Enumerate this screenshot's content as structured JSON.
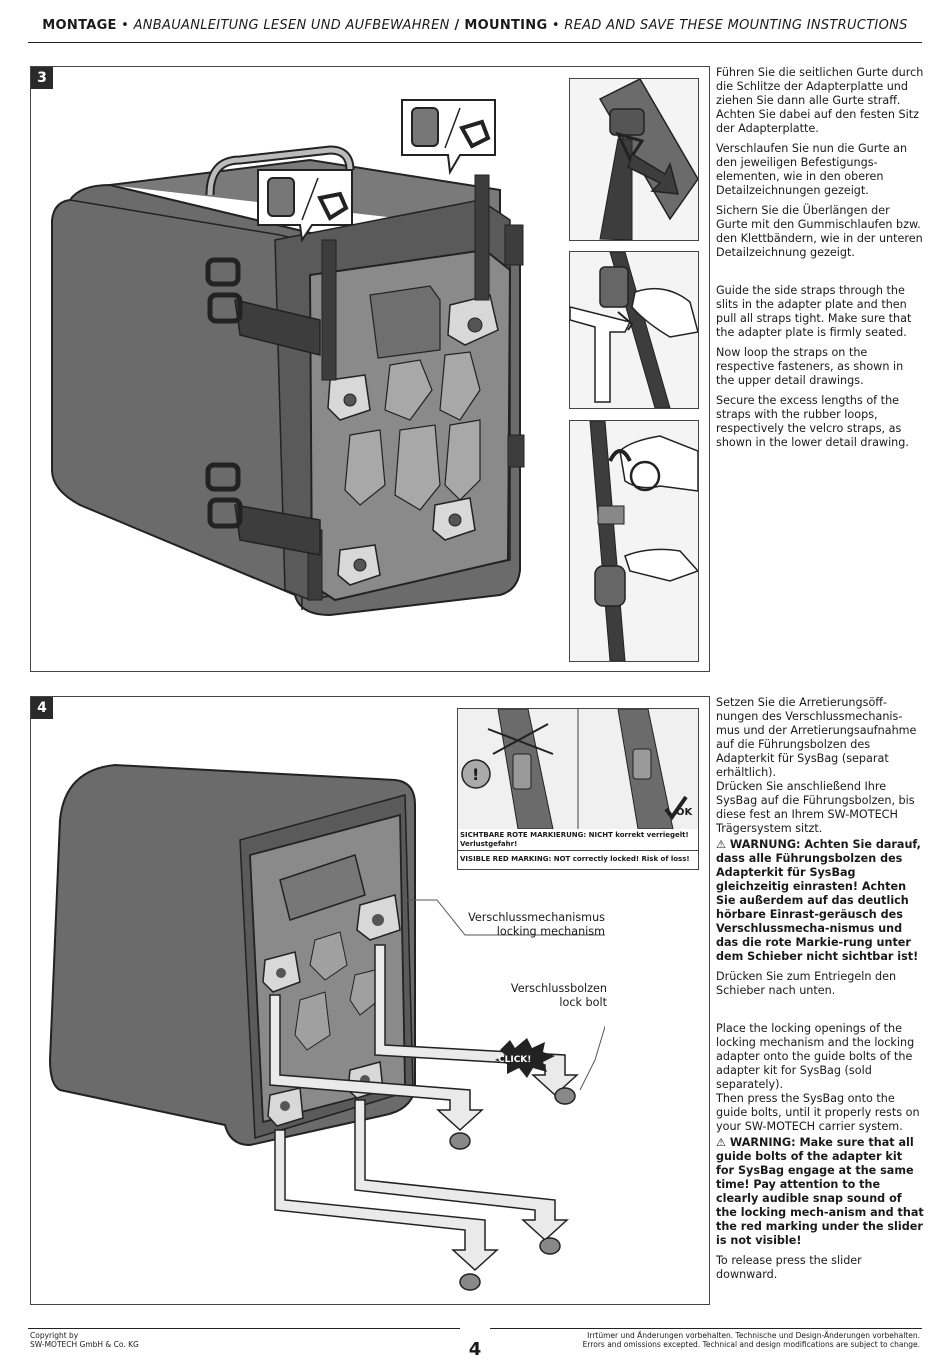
{
  "header": {
    "montage": "MONTAGE",
    "sep1": " • ",
    "de_sub": "ANBAUANLEITUNG LESEN UND AUFBEWAHREN",
    "slash": " / ",
    "mounting": "MOUNTING",
    "sep2": " • ",
    "en_sub": "READ AND SAVE THESE MOUNTING INSTRUCTIONS"
  },
  "step3": {
    "number": "3",
    "de": [
      "Führen Sie die seitlichen Gurte durch die Schlitze der Adapterplatte und ziehen Sie dann alle Gurte straff. Achten Sie dabei auf den festen Sitz der Adapterplatte.",
      "Verschlaufen Sie nun die Gurte an den jeweiligen Befestigungs-elementen, wie in den oberen Detailzeichnungen gezeigt.",
      "Sichern Sie die Überlängen der Gurte mit den Gummischlaufen bzw. den Klettbändern, wie in der unteren Detailzeichnung gezeigt."
    ],
    "en": [
      "Guide the side straps through the slits in the adapter plate and then pull all straps tight. Make sure that the adapter plate is firmly seated.",
      "Now loop the straps on the respective fasteners, as shown in the upper detail drawings.",
      "Secure the excess lengths of the straps with the rubber loops, respectively the velcro straps, as shown in the lower detail drawing."
    ]
  },
  "step4": {
    "number": "4",
    "callout_mechanism_de": "Verschlussmechanismus",
    "callout_mechanism_en": "locking mechanism",
    "callout_bolt_de": "Verschlussbolzen",
    "callout_bolt_en": "lock bolt",
    "click_label": "CLICK!",
    "ok_label": "OK",
    "exclamation": "!",
    "warning_de_line": "SICHTBARE ROTE MARKIERUNG: NICHT korrekt verriegelt! Verlustgefahr!",
    "warning_en_line": "VISIBLE RED MARKING: NOT correctly locked! Risk of loss!",
    "de_text": "Setzen Sie die Arretierungsöff-nungen des Verschlussmechanis-mus und der Arretierungsaufnahme auf die Führungsbolzen des Adapterkit für SysBag (separat erhältlich).\nDrücken Sie anschließend Ihre SysBag auf die Führungsbolzen, bis diese fest an Ihrem SW-MOTECH Trägersystem sitzt.",
    "de_warning": "⚠ WARNUNG: Achten Sie darauf, dass alle Führungsbolzen des Adapterkit für SysBag gleichzeitig einrasten! Achten Sie außerdem auf das deutlich hörbare Einrast-geräusch des Verschlussmecha-nismus und das die rote Markie-rung unter dem Schieber nicht sichtbar ist!",
    "de_release": "Drücken Sie zum Entriegeln den Schieber nach unten.",
    "en_text": "Place the locking openings of the locking mechanism and the locking adapter onto the guide bolts of the adapter kit for SysBag (sold separately).\nThen press the SysBag onto the guide bolts, until it properly rests on your SW-MOTECH carrier system.",
    "en_warning": "⚠ WARNING: Make sure that all guide bolts of the adapter kit for SysBag engage at the same time! Pay attention to the clearly audible snap sound of the locking mech-anism and that the red marking under the slider is not visible!",
    "en_release": "To release press the slider downward."
  },
  "footer": {
    "copyright_line1": "Copyright by",
    "copyright_line2": "SW-MOTECH GmbH & Co. KG",
    "page_number": "4",
    "disclaimer_de": "Irrtümer und Änderungen vorbehalten. Technische und Design-Änderungen vorbehalten.",
    "disclaimer_en": "Errors and omissions excepted. Technical and design modifications are subject to change."
  },
  "colors": {
    "ink": "#222222",
    "bag": "#6b6b6b",
    "bag_dark": "#4a4a4a",
    "plate": "#8a8a8a",
    "light": "#e6e6e6"
  },
  "icons": [
    "strap-buckle-icon",
    "ring-buckle-icon",
    "warning-triangle-icon",
    "checkmark-icon",
    "click-burst-icon",
    "exclamation-head-icon"
  ]
}
